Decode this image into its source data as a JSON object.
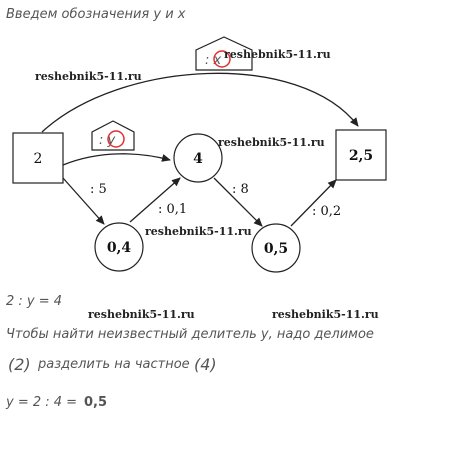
{
  "texts": {
    "heading": "Введем обозначения у и х",
    "equation": "2 : у = 4",
    "rule_line1": "Чтобы найти неизвестный делитель у, надо делимое",
    "rule_line2_part1": "(2)",
    "rule_line2_part2": "разделить на частное",
    "rule_line2_part3": "(4)",
    "answer_prefix": "у = 2 : 4 = ",
    "answer_value": "0,5"
  },
  "watermarks": {
    "w1": "reshebnik5-11.ru",
    "w2": "reshebnik5-11.ru",
    "w3": "reshebnik5-11.ru",
    "w4": "reshebnik5-11.ru",
    "w5": "reshebnik5-11.ru",
    "w6": "reshebnik5-11.ru"
  },
  "nodes": {
    "start": "2",
    "top_circle": "4",
    "left_circle": "0,4",
    "right_circle": "0,5",
    "end": "2,5"
  },
  "edges": {
    "start_to_left": ": 5",
    "left_to_top": ": 0,1",
    "top_to_right": ": 8",
    "right_to_end": ": 0,2"
  },
  "unknown_tags": {
    "y_tag": ": у",
    "x_tag": ": х"
  },
  "colors": {
    "line": "#222222",
    "highlight_circle": "#e03030",
    "text_italic": "#555555"
  }
}
